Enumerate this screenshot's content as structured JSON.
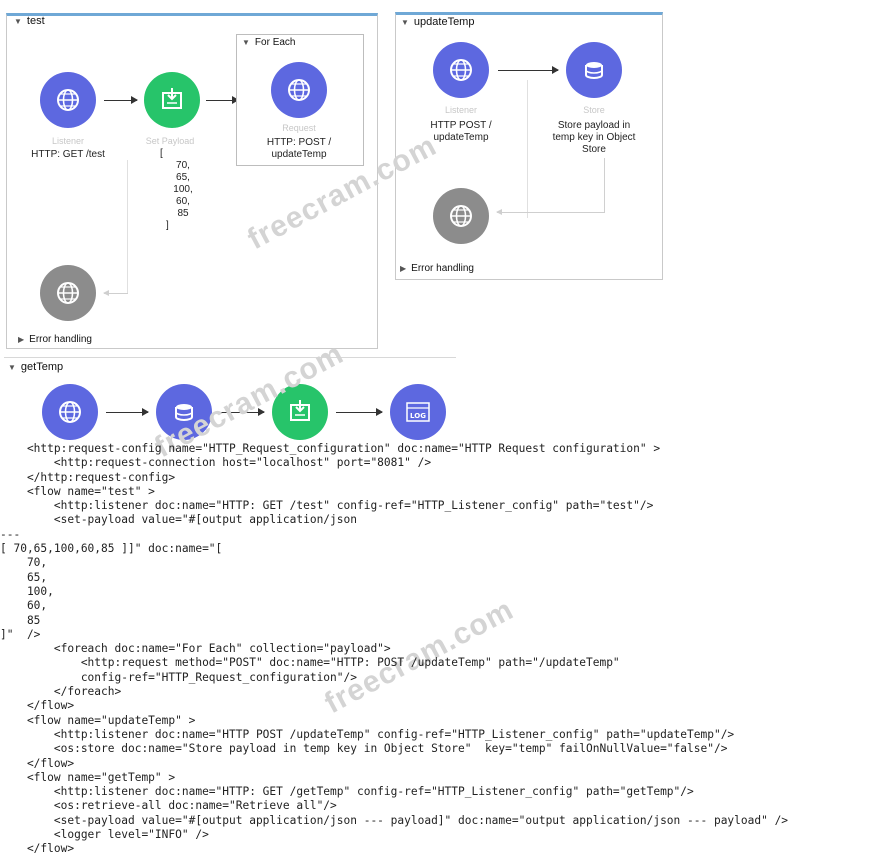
{
  "flows": {
    "test": {
      "title": "test",
      "listener": {
        "type": "Listener",
        "name": "HTTP: GET /test"
      },
      "set_payload": {
        "type": "Set Payload",
        "lines": [
          "[",
          "70,",
          "65,",
          "100,",
          "60,",
          "85",
          "]"
        ]
      },
      "foreach": {
        "title": "For Each"
      },
      "request": {
        "type": "Request",
        "name_line1": "HTTP: POST /",
        "name_line2": "updateTemp"
      },
      "error_handling": "Error handling"
    },
    "updateTemp": {
      "title": "updateTemp",
      "listener": {
        "type": "Listener",
        "name_line1": "HTTP POST /",
        "name_line2": "updateTemp"
      },
      "store": {
        "type": "Store",
        "name_line1": "Store payload in",
        "name_line2": "temp key in Object",
        "name_line3": "Store"
      },
      "error_handling": "Error handling"
    },
    "getTemp": {
      "title": "getTemp",
      "logger_icon_text": "LOG"
    }
  },
  "watermark": "freecram.com",
  "code_lines": [
    "    <http:request-config name=\"HTTP_Request_configuration\" doc:name=\"HTTP Request configuration\" >",
    "        <http:request-connection host=\"localhost\" port=\"8081\" />",
    "    </http:request-config>",
    "    <flow name=\"test\" >",
    "        <http:listener doc:name=\"HTTP: GET /test\" config-ref=\"HTTP_Listener_config\" path=\"test\"/>",
    "        <set-payload value=\"#[output application/json",
    "---",
    "[ 70,65,100,60,85 ]]\" doc:name=\"[",
    "    70,",
    "    65,",
    "    100,",
    "    60,",
    "    85",
    "]\"  />",
    "        <foreach doc:name=\"For Each\" collection=\"payload\">",
    "            <http:request method=\"POST\" doc:name=\"HTTP: POST /updateTemp\" path=\"/updateTemp\"",
    "            config-ref=\"HTTP_Request_configuration\"/>",
    "        </foreach>",
    "    </flow>",
    "    <flow name=\"updateTemp\" >",
    "        <http:listener doc:name=\"HTTP POST /updateTemp\" config-ref=\"HTTP_Listener_config\" path=\"updateTemp\"/>",
    "        <os:store doc:name=\"Store payload in temp key in Object Store\"  key=\"temp\" failOnNullValue=\"false\"/>",
    "    </flow>",
    "    <flow name=\"getTemp\" >",
    "        <http:listener doc:name=\"HTTP: GET /getTemp\" config-ref=\"HTTP_Listener_config\" path=\"getTemp\"/>",
    "        <os:retrieve-all doc:name=\"Retrieve all\"/>",
    "        <set-payload value=\"#[output application/json --- payload]\" doc:name=\"output application/json --- payload\" />",
    "        <logger level=\"INFO\" />",
    "    </flow>"
  ]
}
